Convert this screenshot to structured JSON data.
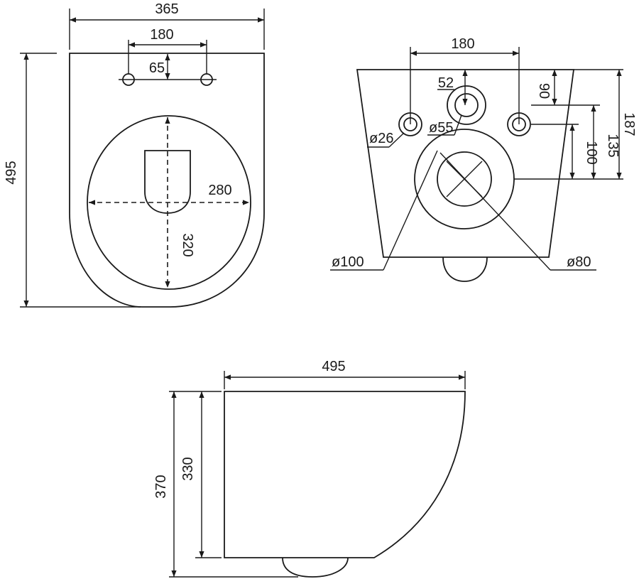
{
  "top_view": {
    "dim_width": "365",
    "dim_bolt_spacing": "180",
    "dim_bolt_offset": "65",
    "dim_length": "495",
    "dim_bowl_width": "280",
    "dim_bowl_length": "320"
  },
  "rear_view": {
    "dim_bolt_spacing": "180",
    "dim_inlet_offset": "52",
    "dim_inlet_height": "90",
    "dim_bolt_height": "135",
    "dim_outlet_height": "100",
    "dim_total_height": "187",
    "dim_bolt_hole_dia": "ø26",
    "dim_inlet_dia": "ø55",
    "dim_outlet_outer_dia": "ø100",
    "dim_outlet_inner_dia": "ø80"
  },
  "side_view": {
    "dim_length": "495",
    "dim_body_height": "330",
    "dim_total_height": "370"
  }
}
